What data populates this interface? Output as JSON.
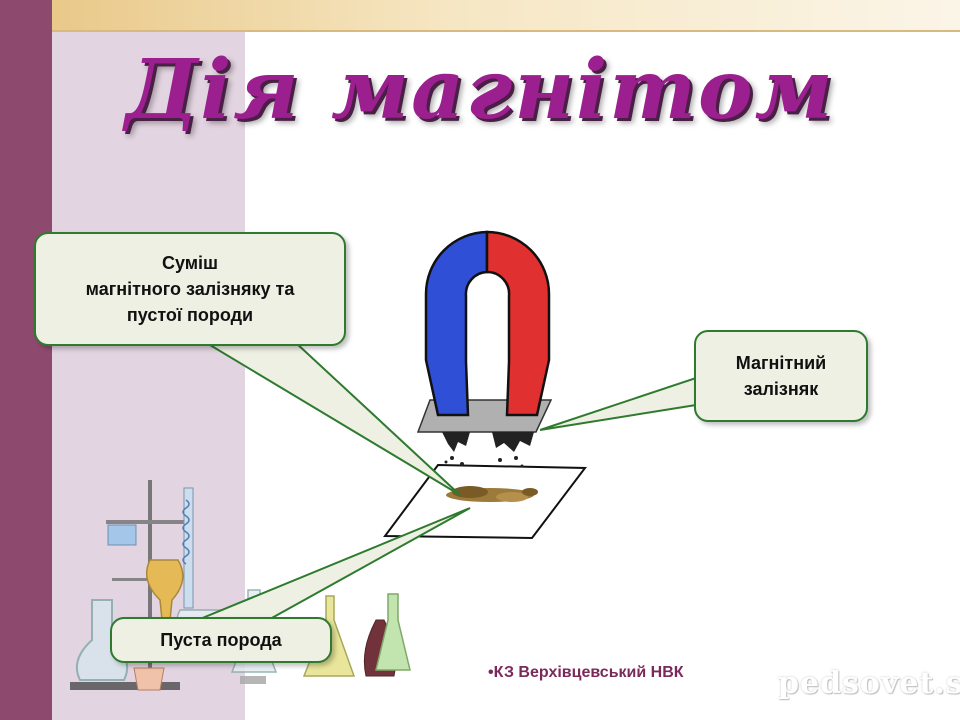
{
  "slide": {
    "title": "Дія магнітом",
    "callouts": {
      "mixture": {
        "line1": "Суміш",
        "line2": "магнітного залізняку та",
        "line3": "пустої породи"
      },
      "magnetite": {
        "line1": "Магнітний",
        "line2": "залізняк"
      },
      "gangue": "Пуста порода"
    },
    "footer": "•КЗ Верхівцевський НВК",
    "watermark": "pedsovet.su"
  },
  "colors": {
    "title": "#9b1f8e",
    "left_bar": "#8e4a6e",
    "left_panel": "#e2d4e0",
    "callout_border": "#2e7a2e",
    "callout_fill": "#eef0e4",
    "magnet_north": "#2f4fd6",
    "magnet_south": "#e03030"
  },
  "icons": [
    "horseshoe-magnet-icon",
    "lab-glassware-icon"
  ]
}
